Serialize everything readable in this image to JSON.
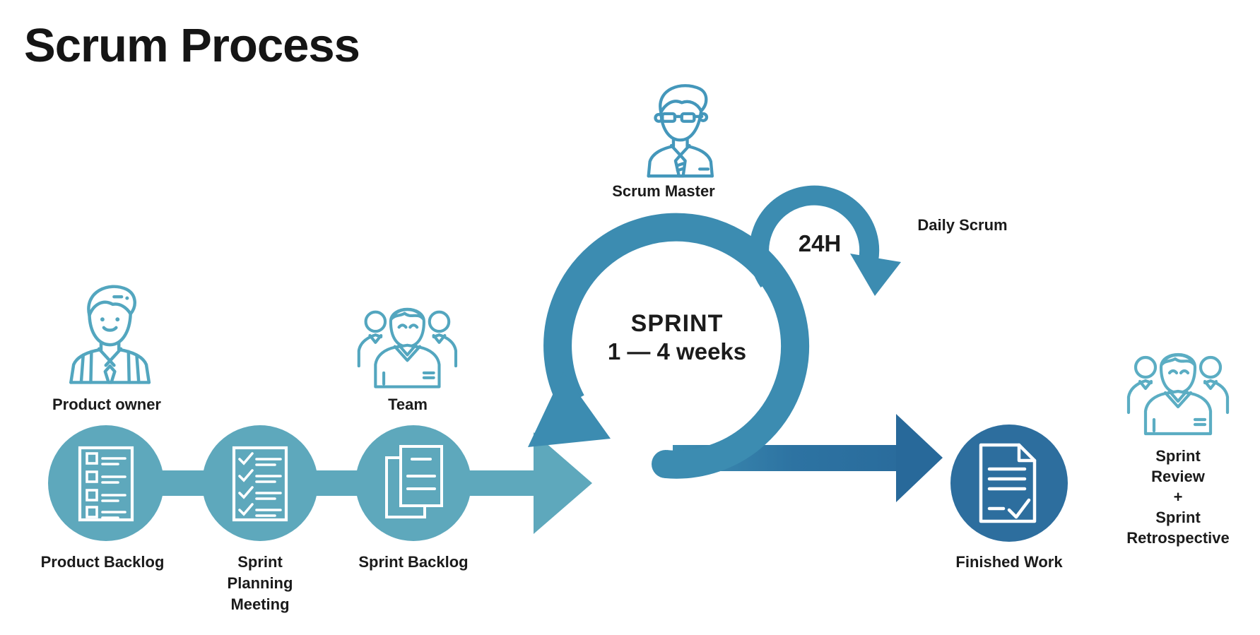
{
  "title": "Scrum Process",
  "roles": {
    "product_owner": "Product owner",
    "team": "Team",
    "scrum_master": "Scrum Master"
  },
  "stages": {
    "product_backlog": "Product Backlog",
    "sprint_planning": [
      "Sprint",
      "Planning",
      "Meeting"
    ],
    "sprint_backlog": "Sprint Backlog",
    "finished_work": "Finished Work"
  },
  "sprint_loop": {
    "title": "SPRINT",
    "duration": "1 — 4 weeks"
  },
  "daily_scrum": {
    "interval": "24H",
    "label": "Daily Scrum"
  },
  "closing": [
    "Sprint",
    "Review",
    "+",
    "Sprint",
    "Retrospective"
  ],
  "icons": {
    "product_backlog_circle": "checkbox-list-icon",
    "sprint_planning_circle": "checked-list-icon",
    "sprint_backlog_circle": "documents-icon",
    "finished_work_circle": "approved-document-icon"
  },
  "colors": {
    "light_teal": "#5EA8BC",
    "loop_blue": "#3C8CB1",
    "dark_blue": "#2D6E9E",
    "arrow_dark": "#28699A",
    "outline_teal": "#53A6BF",
    "outline_blue": "#4497BB",
    "text_dark": "#1B1B1B"
  }
}
